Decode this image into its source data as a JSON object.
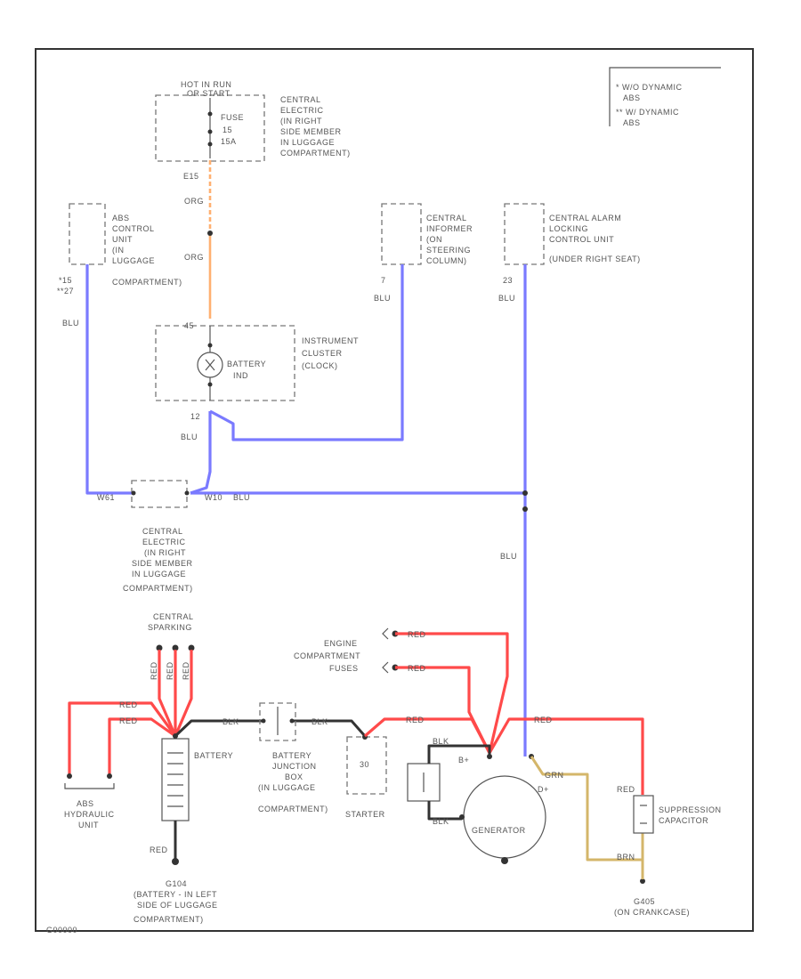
{
  "legend": {
    "line1": "* W/O DYNAMIC",
    "line2": "ABS",
    "line3": "** W/ DYNAMIC",
    "line4": "ABS"
  },
  "components": {
    "hot_in_run": [
      "HOT IN RUN",
      "OR START"
    ],
    "fuse": [
      "FUSE",
      "15",
      "15A"
    ],
    "central_electric_top": [
      "CENTRAL",
      "ELECTRIC",
      "(IN RIGHT",
      "SIDE MEMBER",
      "IN LUGGAGE",
      "COMPARTMENT)"
    ],
    "abs_control": [
      "ABS",
      "CONTROL",
      "UNIT",
      "(IN",
      "LUGGAGE",
      "COMPARTMENT)"
    ],
    "central_informer": [
      "CENTRAL",
      "INFORMER",
      "(ON",
      "STEERING",
      "COLUMN)"
    ],
    "central_alarm": [
      "CENTRAL ALARM",
      "LOCKING",
      "CONTROL UNIT",
      "(UNDER RIGHT SEAT)"
    ],
    "battery_ind": [
      "BATTERY",
      "IND"
    ],
    "instrument_cluster": [
      "INSTRUMENT",
      "CLUSTER",
      "(CLOCK)"
    ],
    "central_electric_mid": [
      "CENTRAL",
      "ELECTRIC",
      "(IN RIGHT",
      "SIDE MEMBER",
      "IN LUGGAGE",
      "COMPARTMENT)"
    ],
    "central_sparking": [
      "CENTRAL",
      "SPARKING"
    ],
    "engine_fuses": [
      "ENGINE",
      "COMPARTMENT",
      "FUSES"
    ],
    "abs_hydraulic": [
      "ABS",
      "HYDRAULIC",
      "UNIT"
    ],
    "battery": "BATTERY",
    "junction_box": [
      "BATTERY",
      "JUNCTION",
      "BOX",
      "(IN LUGGAGE",
      "COMPARTMENT)"
    ],
    "starter": "STARTER",
    "generator": "GENERATOR",
    "suppression": [
      "SUPPRESSION",
      "CAPACITOR"
    ],
    "ground_left": [
      "G104",
      "(BATTERY - IN LEFT",
      "SIDE OF LUGGAGE",
      "COMPARTMENT)"
    ],
    "ground_right": [
      "G405",
      "(ON CRANKCASE)"
    ]
  },
  "wire_labels": {
    "e15": "E15",
    "org1": "ORG",
    "org2": "ORG",
    "n15": "*15",
    "n15b": "**27",
    "blu_abs": "BLU",
    "n7": "7",
    "blu_inf": "BLU",
    "n23": "23",
    "blu_alarm": "BLU",
    "n45": "45",
    "n12": "12",
    "blu_12": "BLU",
    "w_left": "W61",
    "w_right": "W10",
    "blu_right": "BLU",
    "blu_vert": "BLU",
    "red_s1": "RED",
    "red_s2": "RED",
    "red_s3": "RED",
    "red_abs1": "RED",
    "red_abs2": "RED",
    "blk_bat": "BLK",
    "blk_jb": "BLK",
    "red_bat": "RED",
    "red_f1": "RED",
    "red_f2": "RED",
    "red_gen": "RED",
    "blk_g1": "BLK",
    "blk_g2": "BLK",
    "grn": "GRN",
    "red_sup": "RED",
    "brn": "BRN",
    "b_plus": "B+",
    "d_plus": "D+",
    "n30": "30",
    "red_ground": "RED"
  },
  "footer_code": "G00000"
}
